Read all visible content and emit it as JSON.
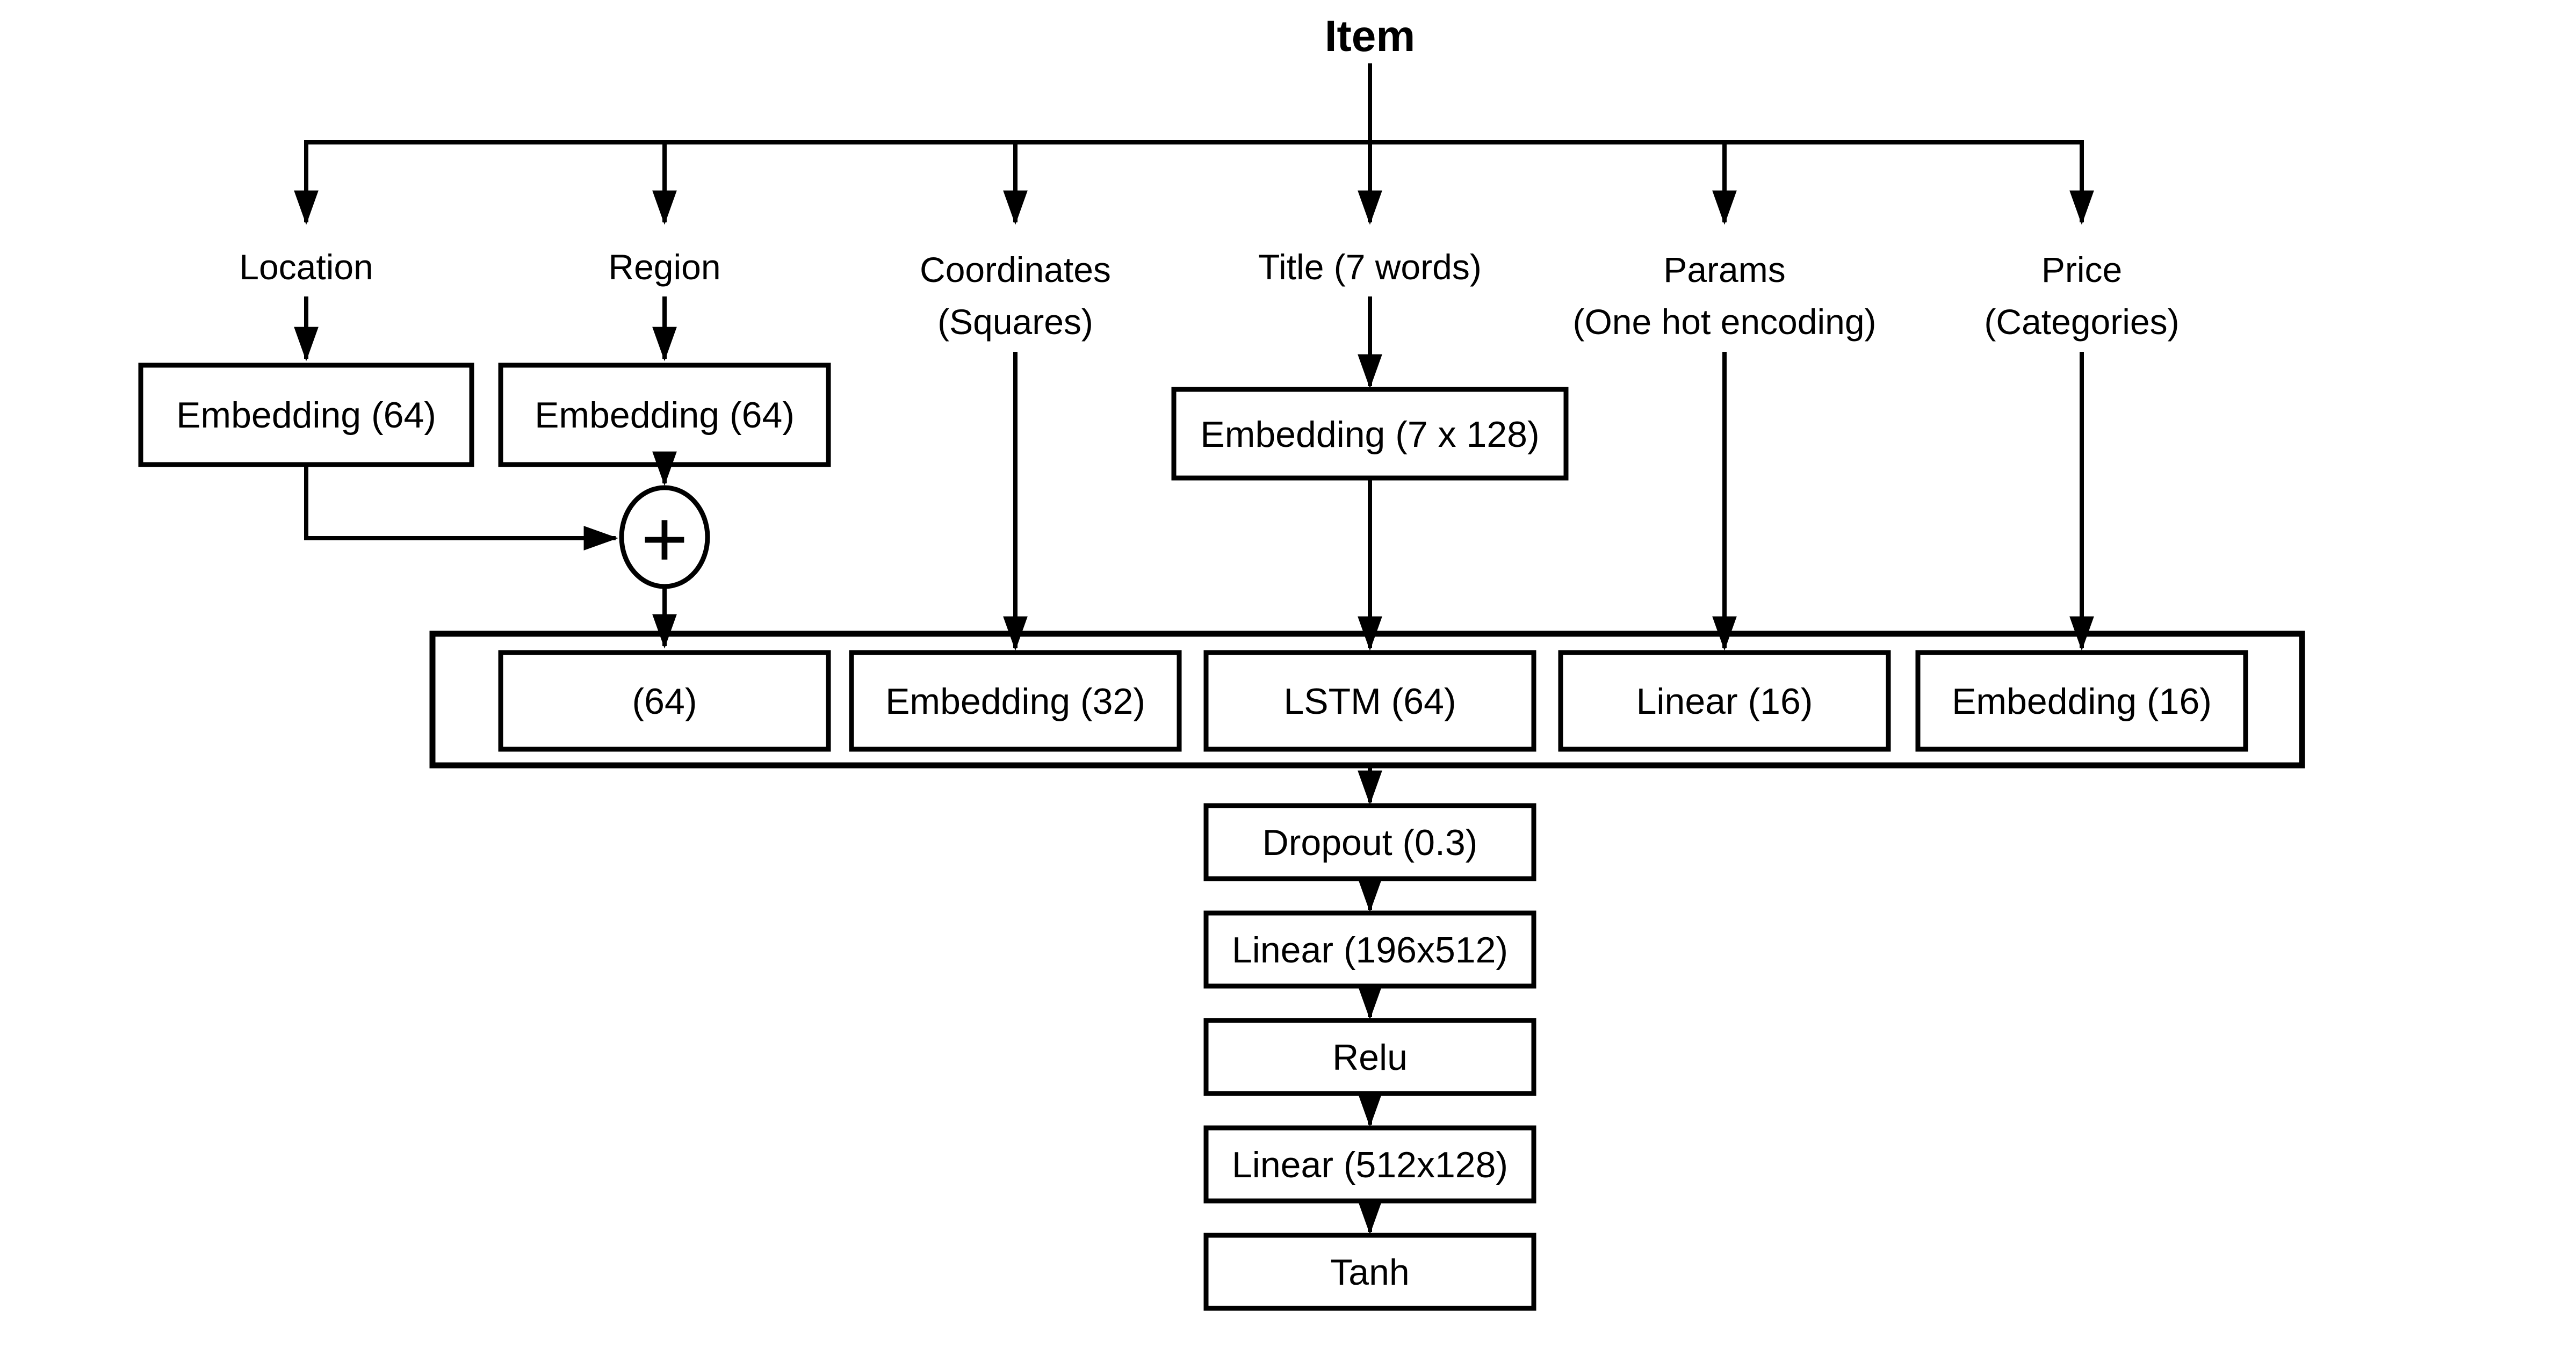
{
  "diagram": {
    "root_label": "Item",
    "columns": {
      "location": {
        "label": "Location"
      },
      "region": {
        "label": "Region"
      },
      "coordinates": {
        "line1": "Coordinates",
        "line2": "(Squares)"
      },
      "title": {
        "label": "Title (7 words)"
      },
      "params": {
        "line1": "Params",
        "line2": "(One hot encoding)"
      },
      "price": {
        "line1": "Price",
        "line2": "(Categories)"
      }
    },
    "nodes": {
      "location_embedding": "Embedding (64)",
      "region_embedding": "Embedding (64)",
      "sum_operator": "+",
      "title_embedding": "Embedding (7 x 128)",
      "merged_64": "(64)",
      "coordinates_embedding": "Embedding (32)",
      "lstm": "LSTM (64)",
      "params_linear": "Linear (16)",
      "price_embedding": "Embedding (16)",
      "dropout": "Dropout (0.3)",
      "linear_196x512": "Linear (196x512)",
      "relu": "Relu",
      "linear_512x128": "Linear (512x128)",
      "tanh": "Tanh"
    },
    "colors": {
      "ink": "#000000",
      "background": "#ffffff"
    }
  }
}
